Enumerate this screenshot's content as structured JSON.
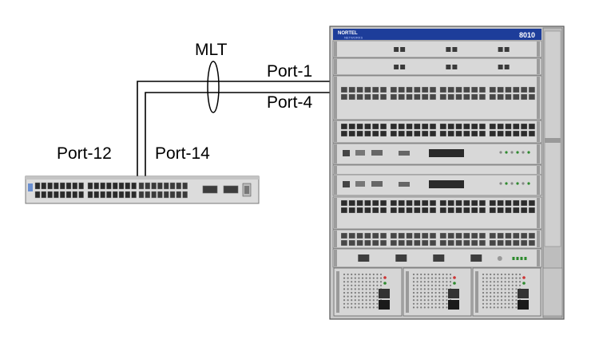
{
  "labels": {
    "mlt": "MLT",
    "port_1": "Port-1",
    "port_4": "Port-4",
    "port_12": "Port-12",
    "port_14": "Port-14"
  },
  "chassis": {
    "brand": "NORTEL",
    "brand_sub": "NETWORKS",
    "model": "8010"
  },
  "colors": {
    "chassis_body": "#c8c8c8",
    "chassis_dark": "#4a4a4a",
    "chassis_blue": "#1d3d9a",
    "port_dark": "#2a2a2a",
    "cable": "#000000"
  }
}
